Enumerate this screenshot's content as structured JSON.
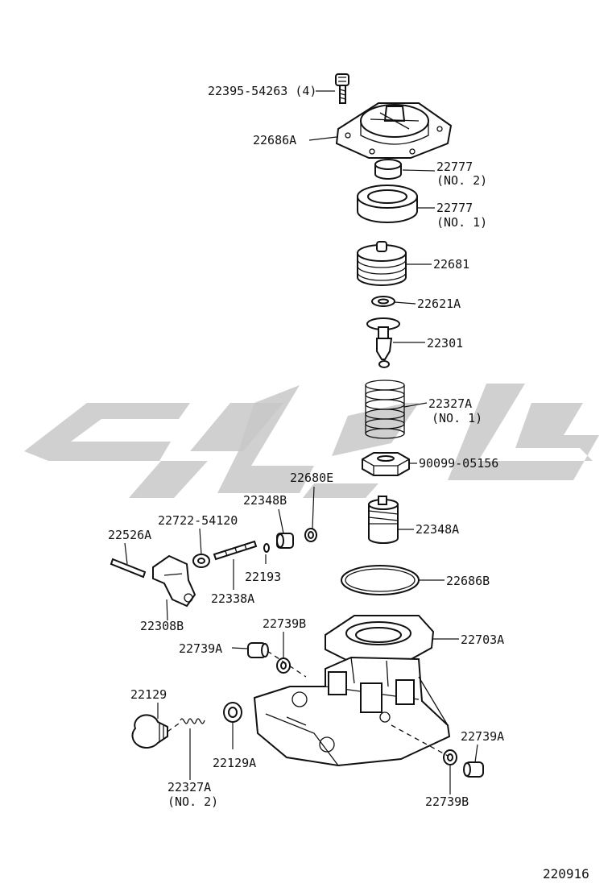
{
  "diagram": {
    "figure_id": "220916",
    "callouts": [
      {
        "id": "c-22395",
        "text": "22395-54263 (4)"
      },
      {
        "id": "c-22686A",
        "text": "22686A"
      },
      {
        "id": "c-22777-2",
        "text": "22777",
        "sub": "(NO. 2)"
      },
      {
        "id": "c-22777-1",
        "text": "22777",
        "sub": "(NO. 1)"
      },
      {
        "id": "c-22681",
        "text": "22681"
      },
      {
        "id": "c-22621A",
        "text": "22621A"
      },
      {
        "id": "c-22301",
        "text": "22301"
      },
      {
        "id": "c-22327A-1",
        "text": "22327A",
        "sub": "(NO. 1)"
      },
      {
        "id": "c-90099",
        "text": "90099-05156"
      },
      {
        "id": "c-22680E",
        "text": "22680E"
      },
      {
        "id": "c-22348B",
        "text": "22348B"
      },
      {
        "id": "c-22722",
        "text": "22722-54120"
      },
      {
        "id": "c-22526A",
        "text": "22526A"
      },
      {
        "id": "c-22193",
        "text": "22193"
      },
      {
        "id": "c-22338A",
        "text": "22338A"
      },
      {
        "id": "c-22348A",
        "text": "22348A"
      },
      {
        "id": "c-22686B",
        "text": "22686B"
      },
      {
        "id": "c-22308B",
        "text": "22308B"
      },
      {
        "id": "c-22739B-top",
        "text": "22739B"
      },
      {
        "id": "c-22703A",
        "text": "22703A"
      },
      {
        "id": "c-22739A-left",
        "text": "22739A"
      },
      {
        "id": "c-22129",
        "text": "22129"
      },
      {
        "id": "c-22739A-right",
        "text": "22739A"
      },
      {
        "id": "c-22129A",
        "text": "22129A"
      },
      {
        "id": "c-22327A-2",
        "text": "22327A",
        "sub": "(NO. 2)"
      },
      {
        "id": "c-22739B-bottom",
        "text": "22739B"
      }
    ]
  }
}
